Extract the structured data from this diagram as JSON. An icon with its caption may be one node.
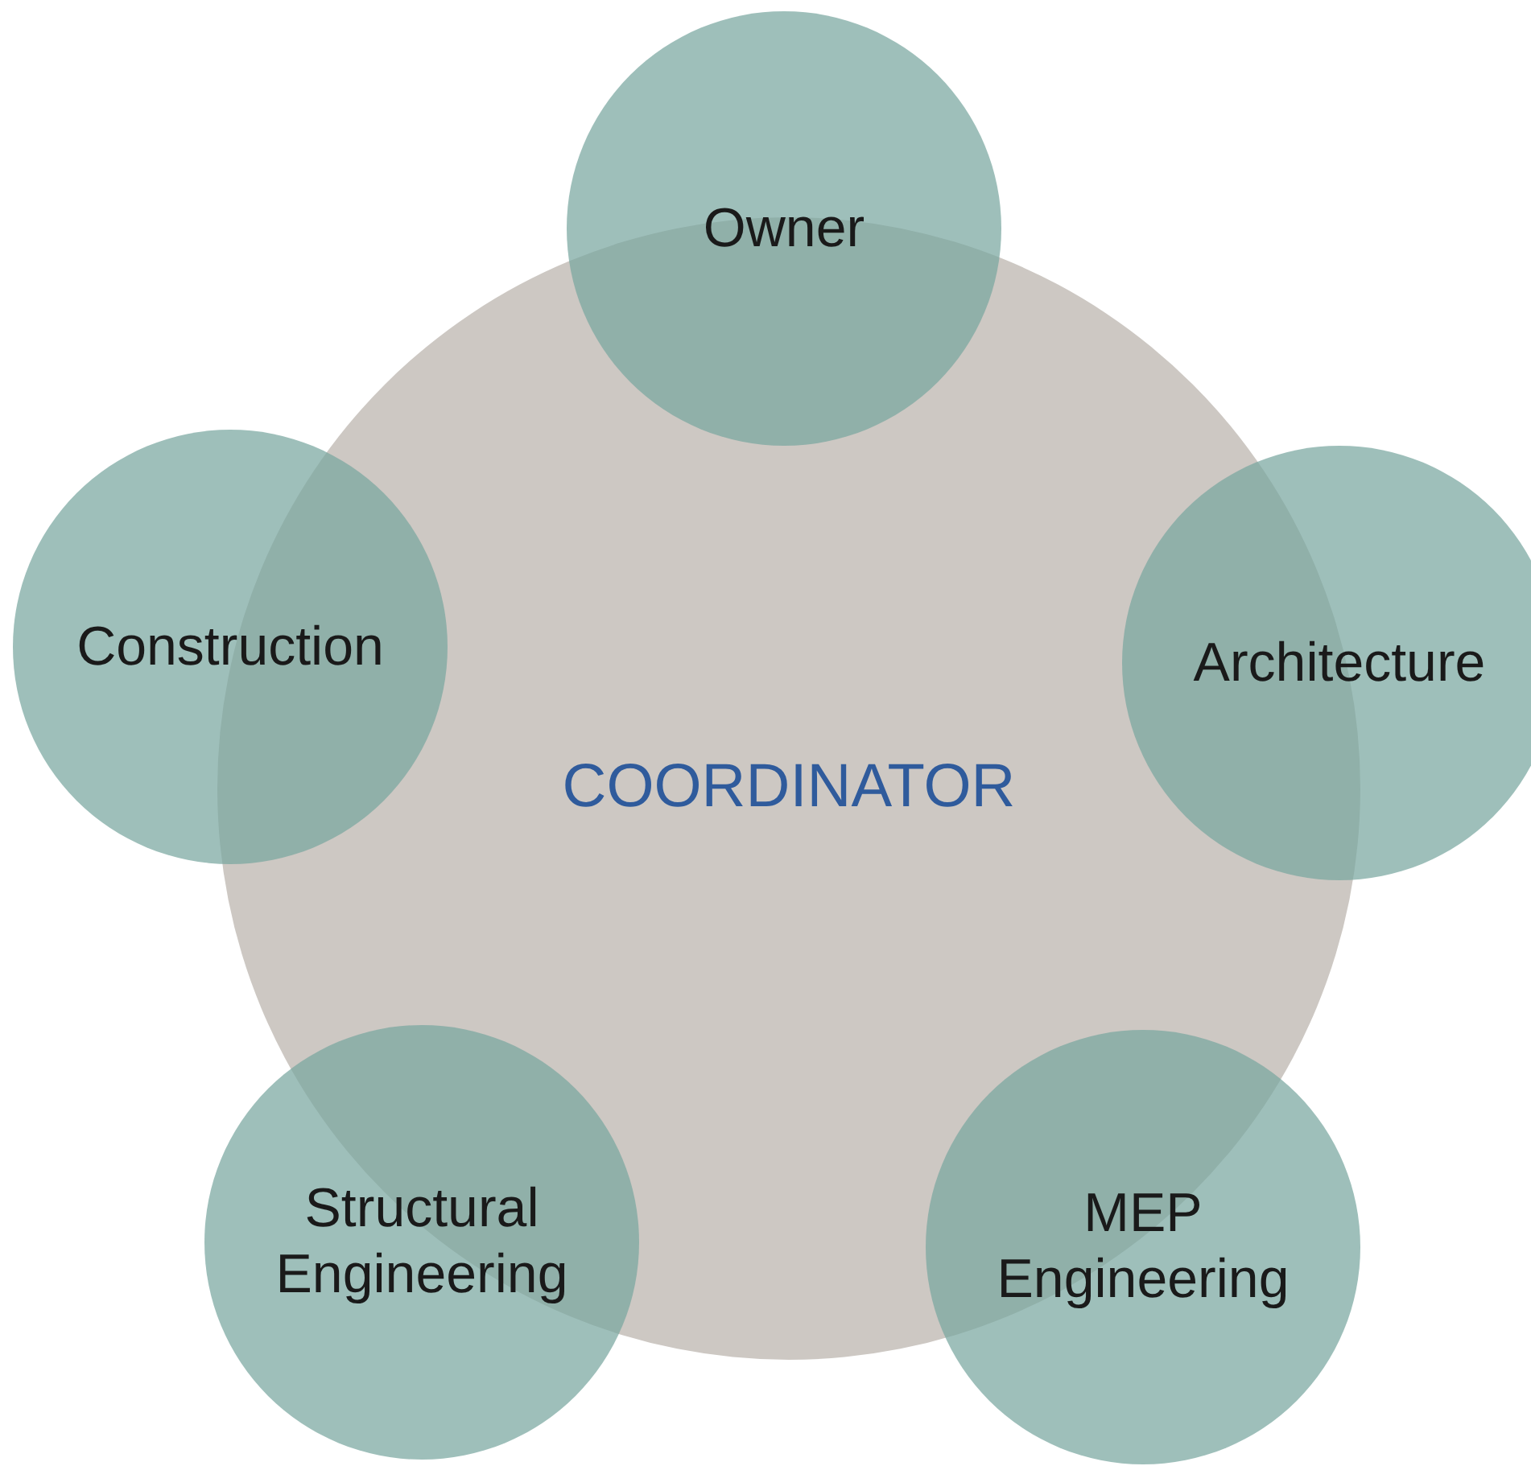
{
  "diagram": {
    "nodes": [
      {
        "text": [
          "Owner"
        ]
      },
      {
        "text": [
          "Construction"
        ]
      },
      {
        "text": [
          "Architecture"
        ]
      },
      {
        "text": [
          "COORDINATOR"
        ]
      },
      {
        "text": [
          "Structural Engineering"
        ]
      },
      {
        "text": [
          "MEP Engineering"
        ]
      }
    ]
  }
}
